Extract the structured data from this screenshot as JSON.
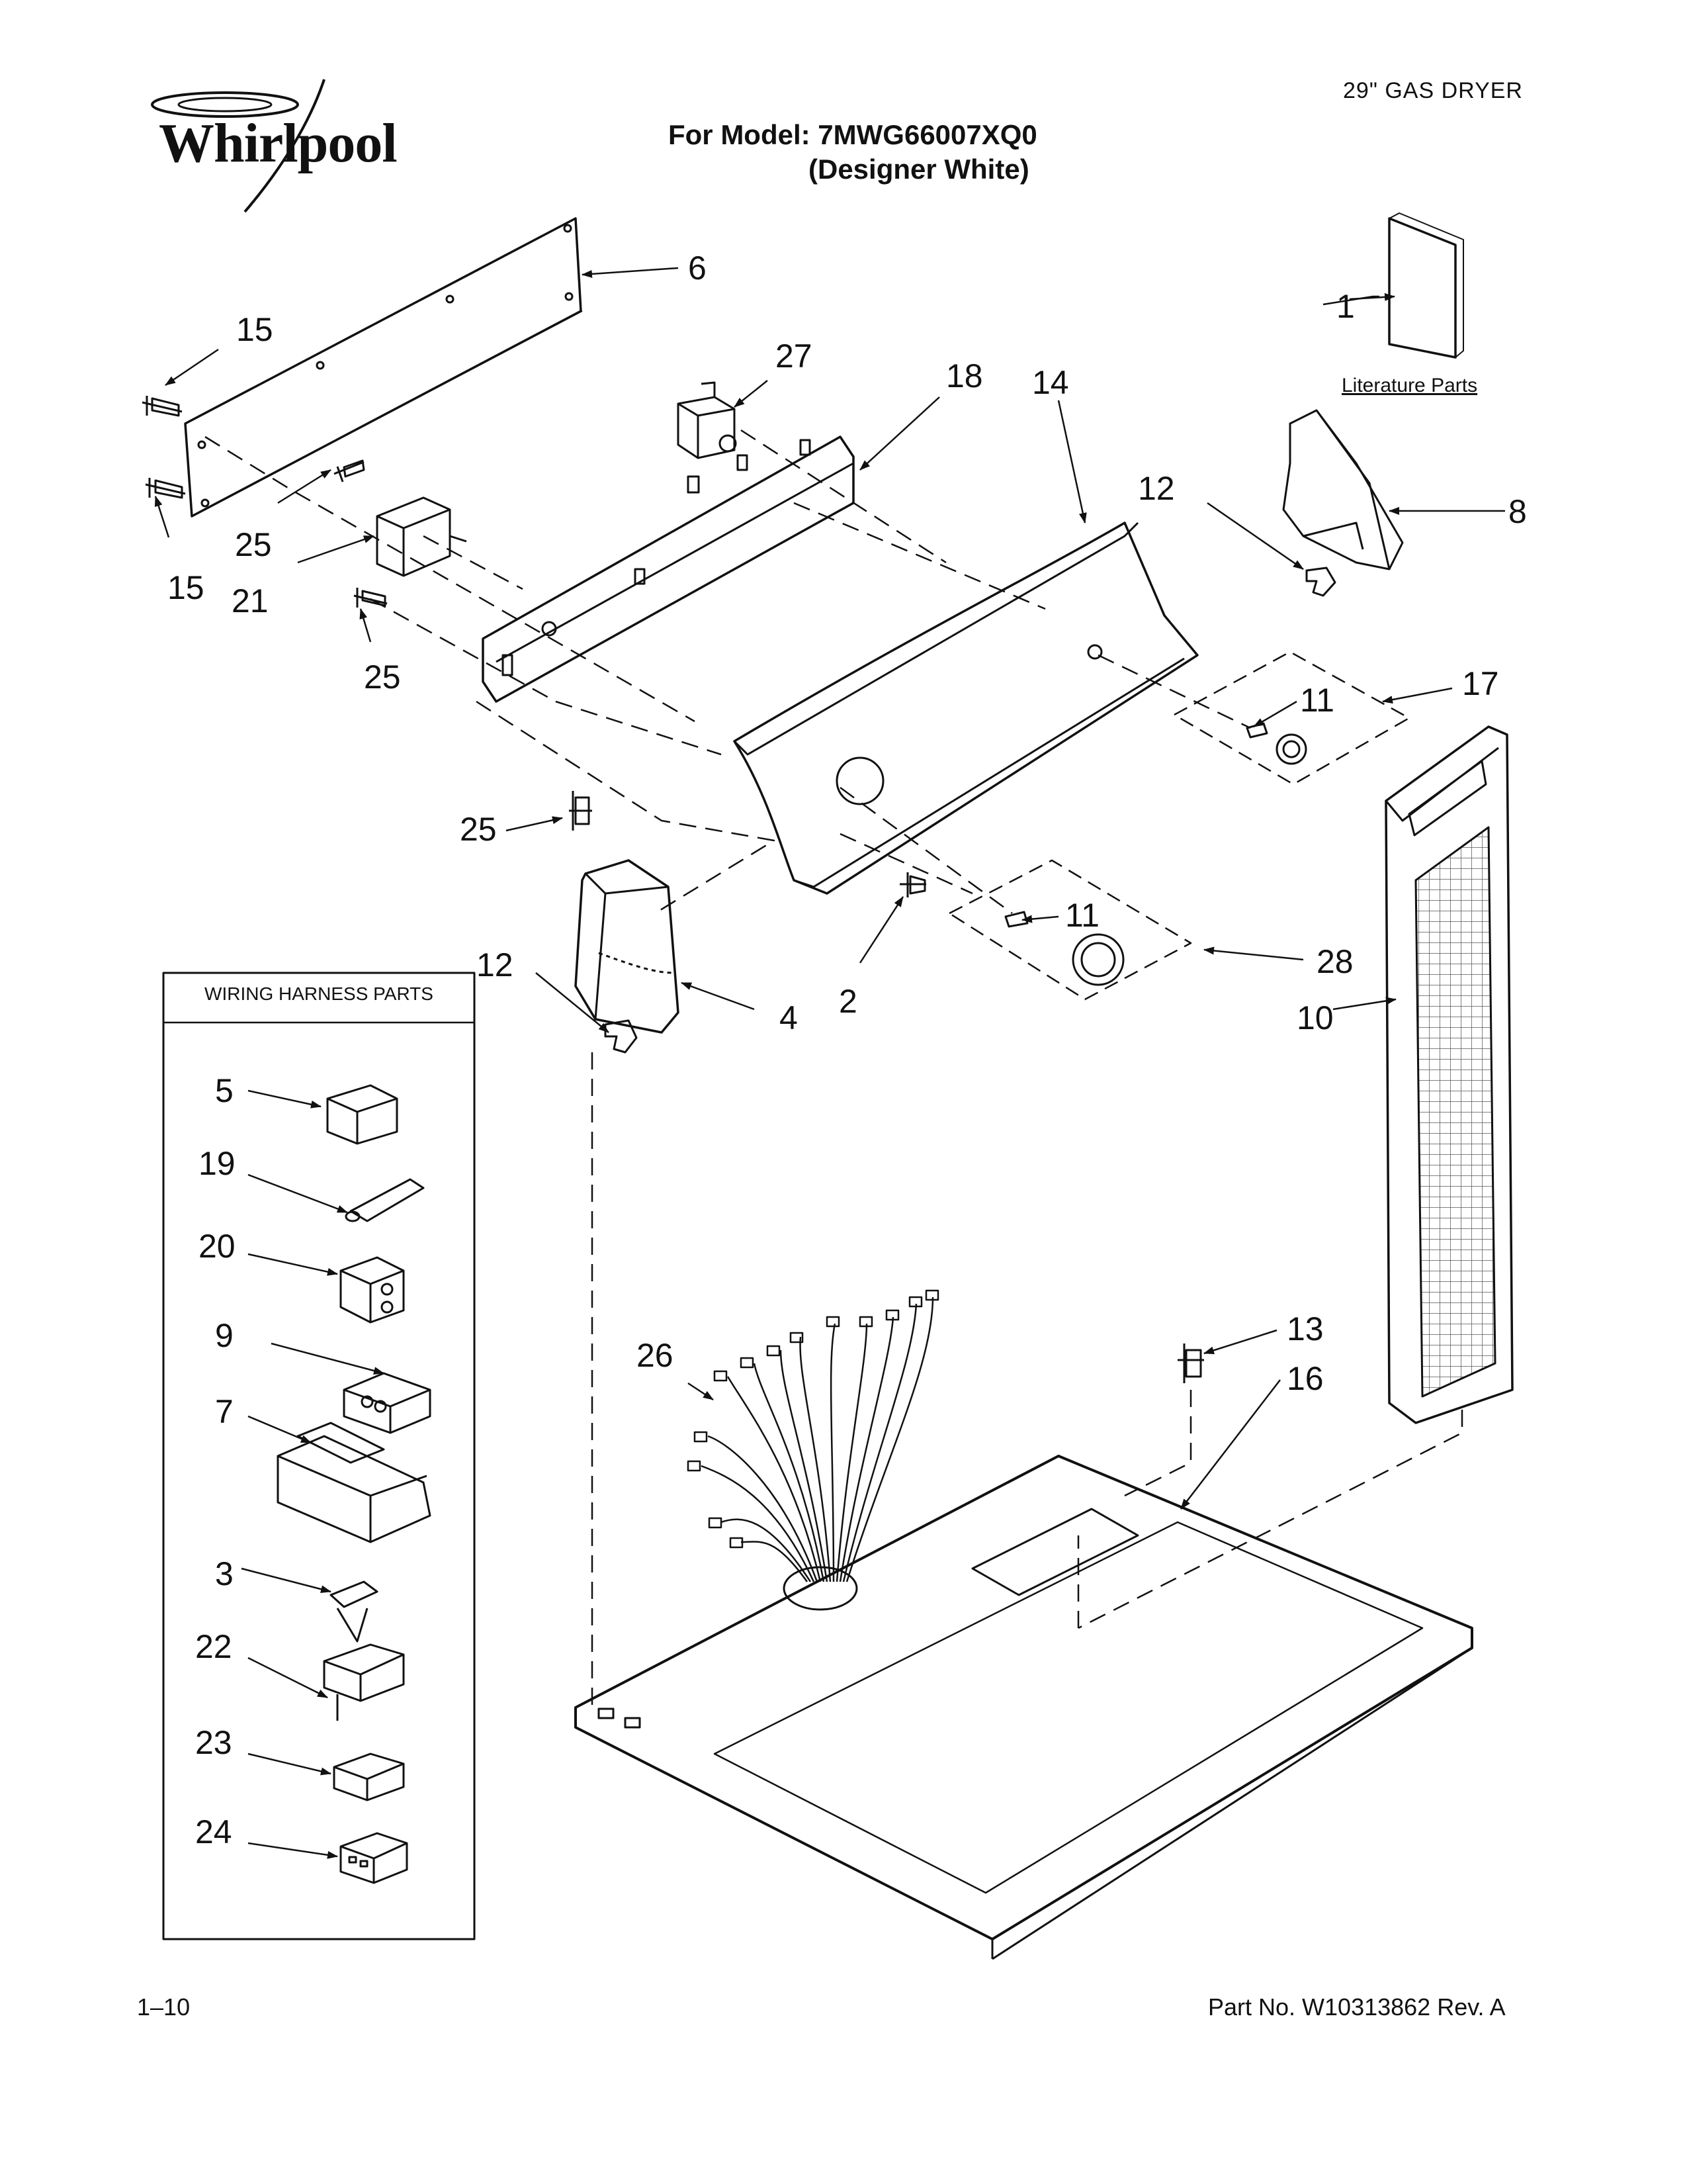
{
  "brand": "Whirlpool",
  "header": {
    "product": "29\" GAS DRYER",
    "model_line": "For Model: 7MWG66007XQ0",
    "color_line": "(Designer White)"
  },
  "literature_label": "Literature Parts",
  "wiring_harness_title": "WIRING HARNESS PARTS",
  "footer": {
    "page": "1–10",
    "part_number": "Part No. W10313862 Rev. A"
  },
  "callouts": {
    "c1": "1",
    "c2": "2",
    "c3": "3",
    "c4": "4",
    "c5": "5",
    "c6": "6",
    "c7": "7",
    "c8": "8",
    "c9": "9",
    "c10": "10",
    "c11a": "11",
    "c11b": "11",
    "c12a": "12",
    "c12b": "12",
    "c13": "13",
    "c14": "14",
    "c15a": "15",
    "c15b": "15",
    "c16": "16",
    "c17": "17",
    "c18": "18",
    "c19": "19",
    "c20": "20",
    "c21": "21",
    "c22": "22",
    "c23": "23",
    "c24": "24",
    "c25a": "25",
    "c25b": "25",
    "c25c": "25",
    "c26": "26",
    "c27": "27",
    "c28": "28"
  }
}
